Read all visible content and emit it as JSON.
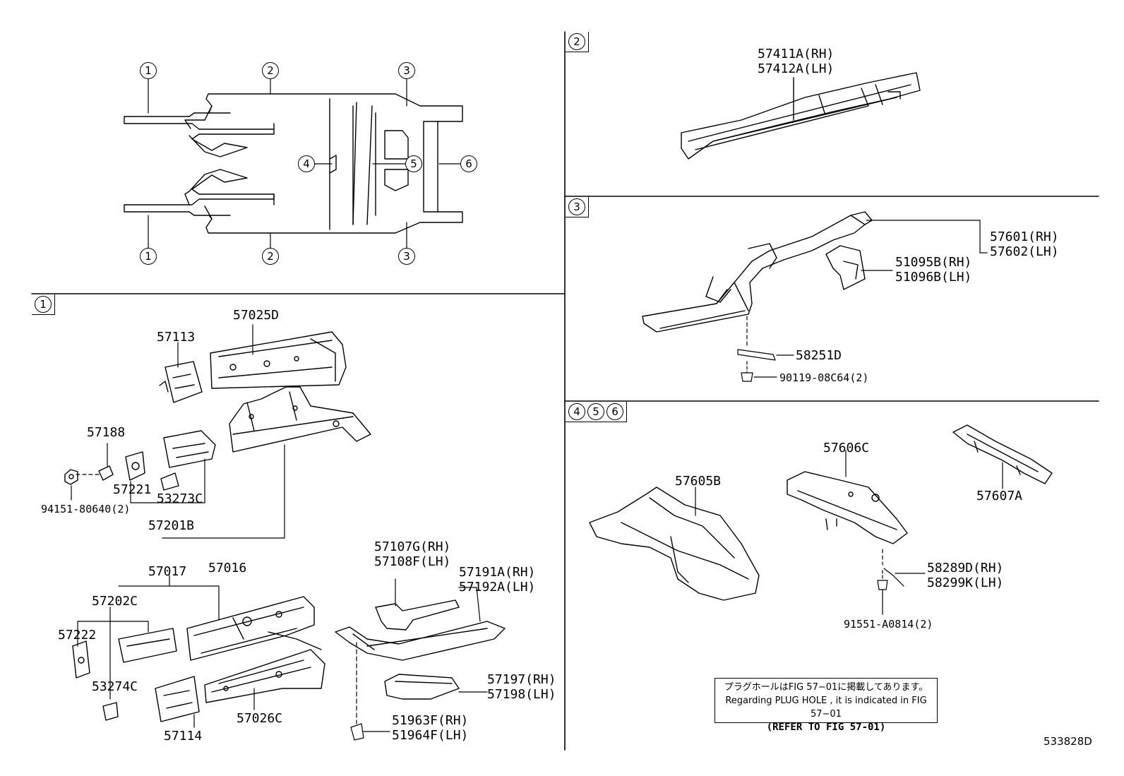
{
  "overview": {
    "callouts_top": [
      "1",
      "2",
      "3"
    ],
    "callouts_bottom": [
      "1",
      "2",
      "3"
    ],
    "callouts_mid": [
      "4",
      "5",
      "6"
    ]
  },
  "sections": {
    "s1": {
      "tags": [
        "1"
      ]
    },
    "s2": {
      "tags": [
        "2"
      ]
    },
    "s3": {
      "tags": [
        "3"
      ]
    },
    "s456": {
      "tags": [
        "4",
        "5",
        "6"
      ]
    }
  },
  "section2": {
    "p57411A": "57411A(RH)",
    "p57412A": "57412A(LH)"
  },
  "section3": {
    "p57601": "57601(RH)",
    "p57602": "57602(LH)",
    "p51095B": "51095B(RH)",
    "p51096B": "51096B(LH)",
    "p58251D": "58251D",
    "p90119": "90119-08C64(2)"
  },
  "section1": {
    "p57025D": "57025D",
    "p57113": "57113",
    "p57188": "57188",
    "p57221": "57221",
    "p53273C": "53273C",
    "p94151": "94151-80640(2)",
    "p57201B": "57201B",
    "p57016": "57016",
    "p57017": "57017",
    "p57202C": "57202C",
    "p57222": "57222",
    "p53274C": "53274C",
    "p57114": "57114",
    "p57026C": "57026C",
    "p57107G": "57107G(RH)",
    "p57108F": "57108F(LH)",
    "p57191A": "57191A(RH)",
    "p57192A": "57192A(LH)",
    "p57197": "57197(RH)",
    "p57198": "57198(LH)",
    "p51963F": "51963F(RH)",
    "p51964F": "51964F(LH)"
  },
  "section456": {
    "p57606C": "57606C",
    "p57607A": "57607A",
    "p57605B": "57605B",
    "p58289D": "58289D(RH)",
    "p58299K": "58299K(LH)",
    "p91551": "91551-A0814(2)"
  },
  "note": {
    "line_jp": "プラグホールはFIG 57−01に掲載してあります。",
    "line_en": "Regarding PLUG HOLE , it is indicated in FIG 57−01",
    "line_ref": "(REFER TO FIG 57-01)"
  },
  "figure_id": "533828D"
}
